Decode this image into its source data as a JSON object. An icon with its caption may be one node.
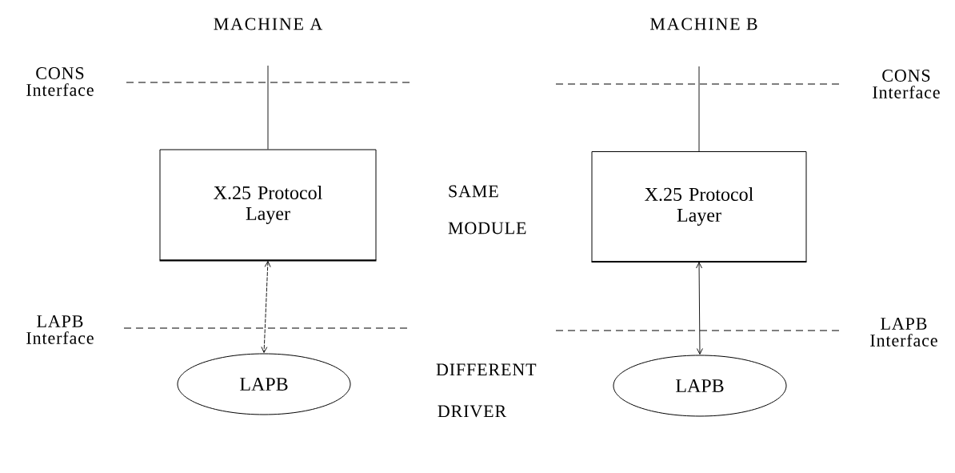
{
  "diagram": {
    "nodes": [
      {
        "text": [
          "X.25 Protocol Layer"
        ]
      },
      {
        "text": [
          "X.25 Protocol Layer"
        ]
      },
      {
        "text": [
          "LAPB"
        ]
      },
      {
        "text": [
          "LAPB"
        ]
      }
    ],
    "edges": [
      {
        "from": 0,
        "to": null,
        "arrow": "none"
      },
      {
        "from": 1,
        "to": null,
        "arrow": "none"
      },
      {
        "from": 0,
        "to": 2,
        "arrow": "both",
        "style": "dashed"
      },
      {
        "from": 1,
        "to": 3,
        "arrow": "both"
      }
    ],
    "labels": [
      "MACHINE A",
      "MACHINE B",
      "CONS Interface",
      "CONS Interface",
      "SAME MODULE",
      "LAPB Interface",
      "LAPB Interface",
      "DIFFERENT DRIVER"
    ]
  }
}
